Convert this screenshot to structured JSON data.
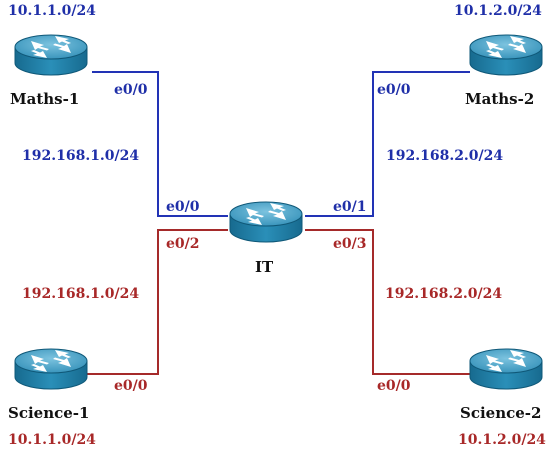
{
  "colors": {
    "blue_link": "#2233b5",
    "red_link": "#a52a2a",
    "router_fill": "#1f7fa8",
    "router_top": "#4fa6c9"
  },
  "routers": {
    "maths1": {
      "name": "Maths-1",
      "network": "10.1.1.0/24",
      "interface": "e0/0",
      "icon": "router-icon"
    },
    "maths2": {
      "name": "Maths-2",
      "network": "10.1.2.0/24",
      "interface": "e0/0",
      "icon": "router-icon"
    },
    "science1": {
      "name": "Science-1",
      "network": "10.1.1.0/24",
      "interface": "e0/0",
      "icon": "router-icon"
    },
    "science2": {
      "name": "Science-2",
      "network": "10.1.2.0/24",
      "interface": "e0/0",
      "icon": "router-icon"
    },
    "it": {
      "name": "IT",
      "icon": "router-icon",
      "interfaces": {
        "to_maths1": "e0/0",
        "to_maths2": "e0/1",
        "to_science1": "e0/2",
        "to_science2": "e0/3"
      }
    }
  },
  "links": {
    "maths1_it": "192.168.1.0/24",
    "maths2_it": "192.168.2.0/24",
    "science1_it": "192.168.1.0/24",
    "science2_it": "192.168.2.0/24"
  }
}
